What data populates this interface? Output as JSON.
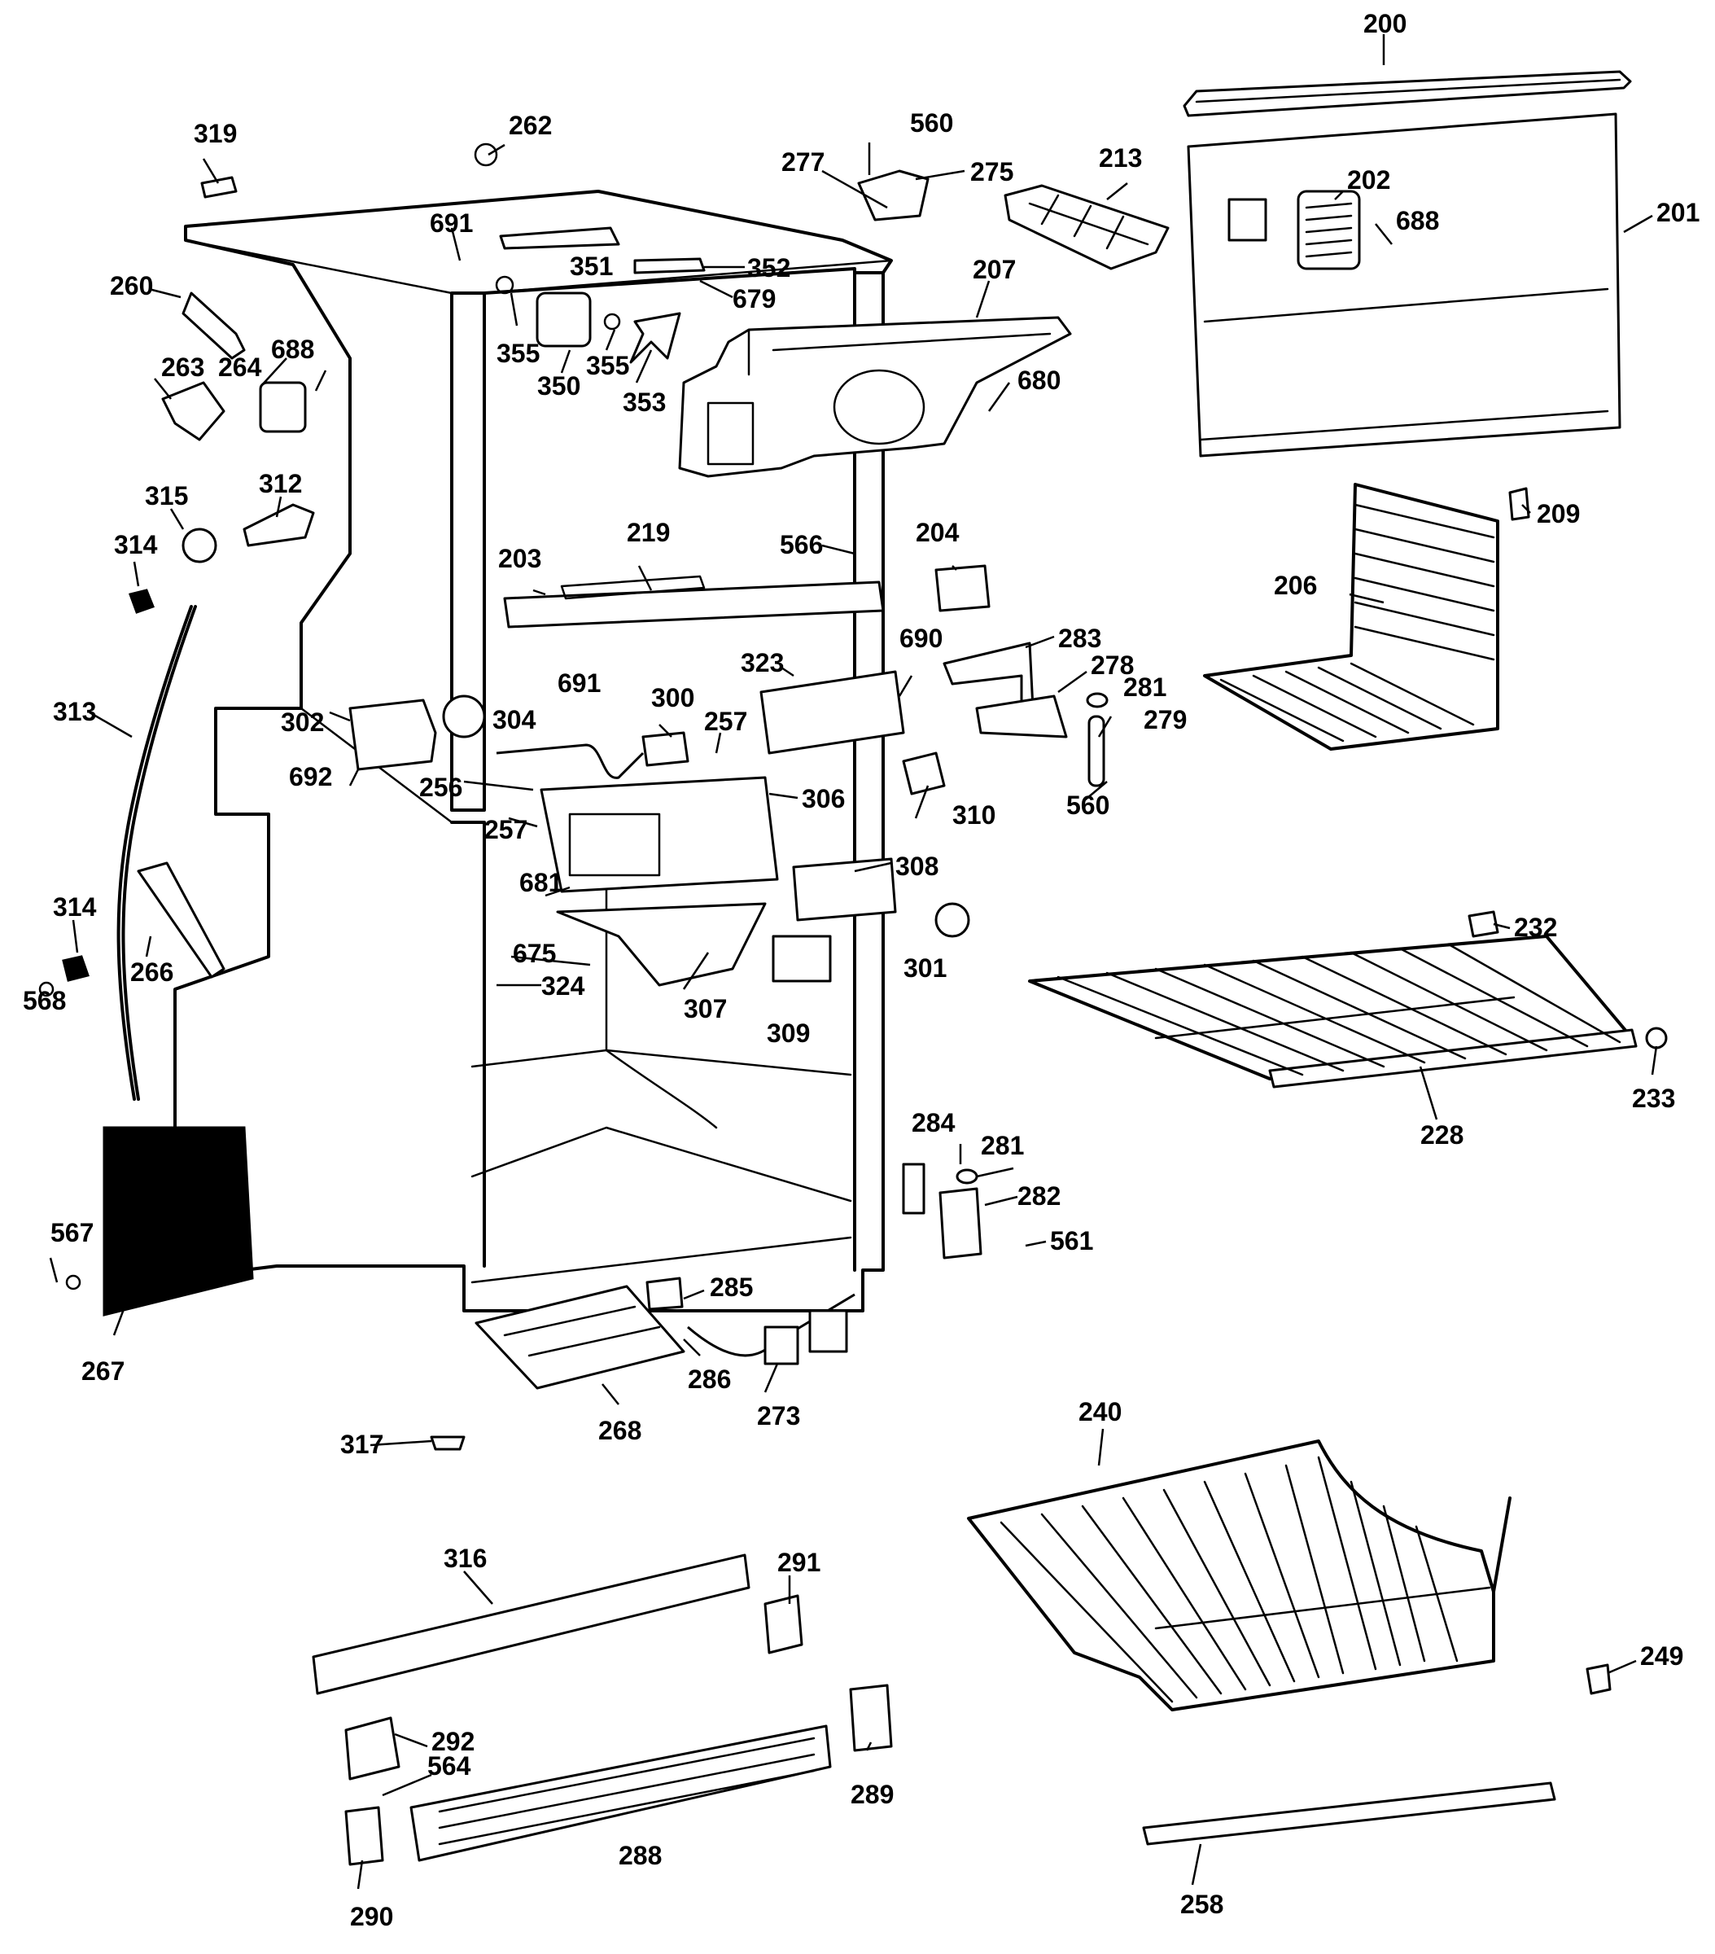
{
  "diagram": {
    "background": "#ffffff",
    "ink_color": "#000000",
    "part_numbers": [
      "200",
      "201",
      "202",
      "203",
      "204",
      "206",
      "207",
      "209",
      "213",
      "219",
      "228",
      "232",
      "233",
      "240",
      "249",
      "256",
      "257",
      "258",
      "260",
      "262",
      "263",
      "264",
      "266",
      "267",
      "268",
      "273",
      "275",
      "277",
      "278",
      "279",
      "281",
      "282",
      "283",
      "284",
      "285",
      "286",
      "288",
      "289",
      "290",
      "291",
      "292",
      "300",
      "301",
      "302",
      "304",
      "306",
      "307",
      "308",
      "309",
      "310",
      "312",
      "313",
      "314",
      "315",
      "316",
      "317",
      "319",
      "323",
      "324",
      "350",
      "351",
      "352",
      "353",
      "355",
      "560",
      "561",
      "564",
      "566",
      "567",
      "568",
      "675",
      "679",
      "680",
      "681",
      "688",
      "690",
      "691",
      "692"
    ]
  }
}
